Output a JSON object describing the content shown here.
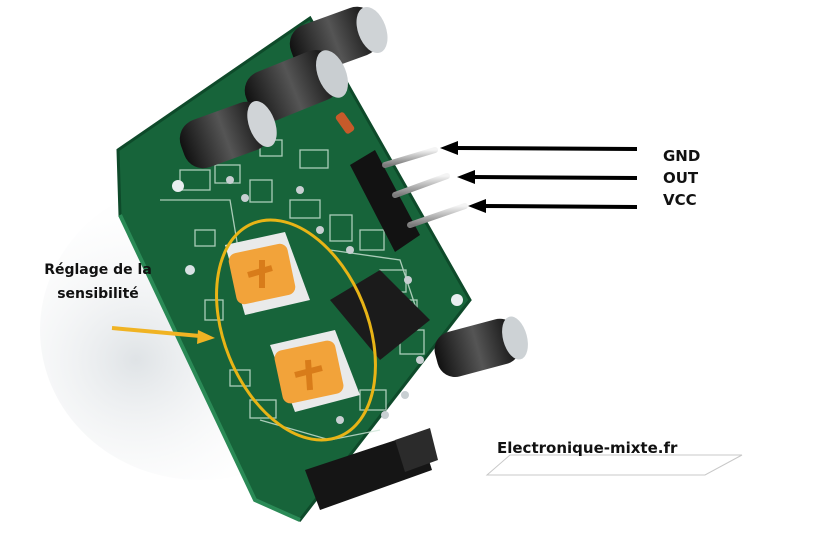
{
  "pin_labels": [
    {
      "id": "gnd",
      "text": "GND"
    },
    {
      "id": "out",
      "text": "OUT"
    },
    {
      "id": "vcc",
      "text": "VCC"
    }
  ],
  "annotation": {
    "line1": "Réglage de la",
    "line2": "sensibilité"
  },
  "watermark": "Electronique-mixte.fr",
  "colors": {
    "pcb_green": "#1a6b3f",
    "highlight_ellipse": "#e8b416",
    "arrow_black": "#000000",
    "arrow_yellow": "#f0b323",
    "potentiometer": "#f2a33a"
  }
}
